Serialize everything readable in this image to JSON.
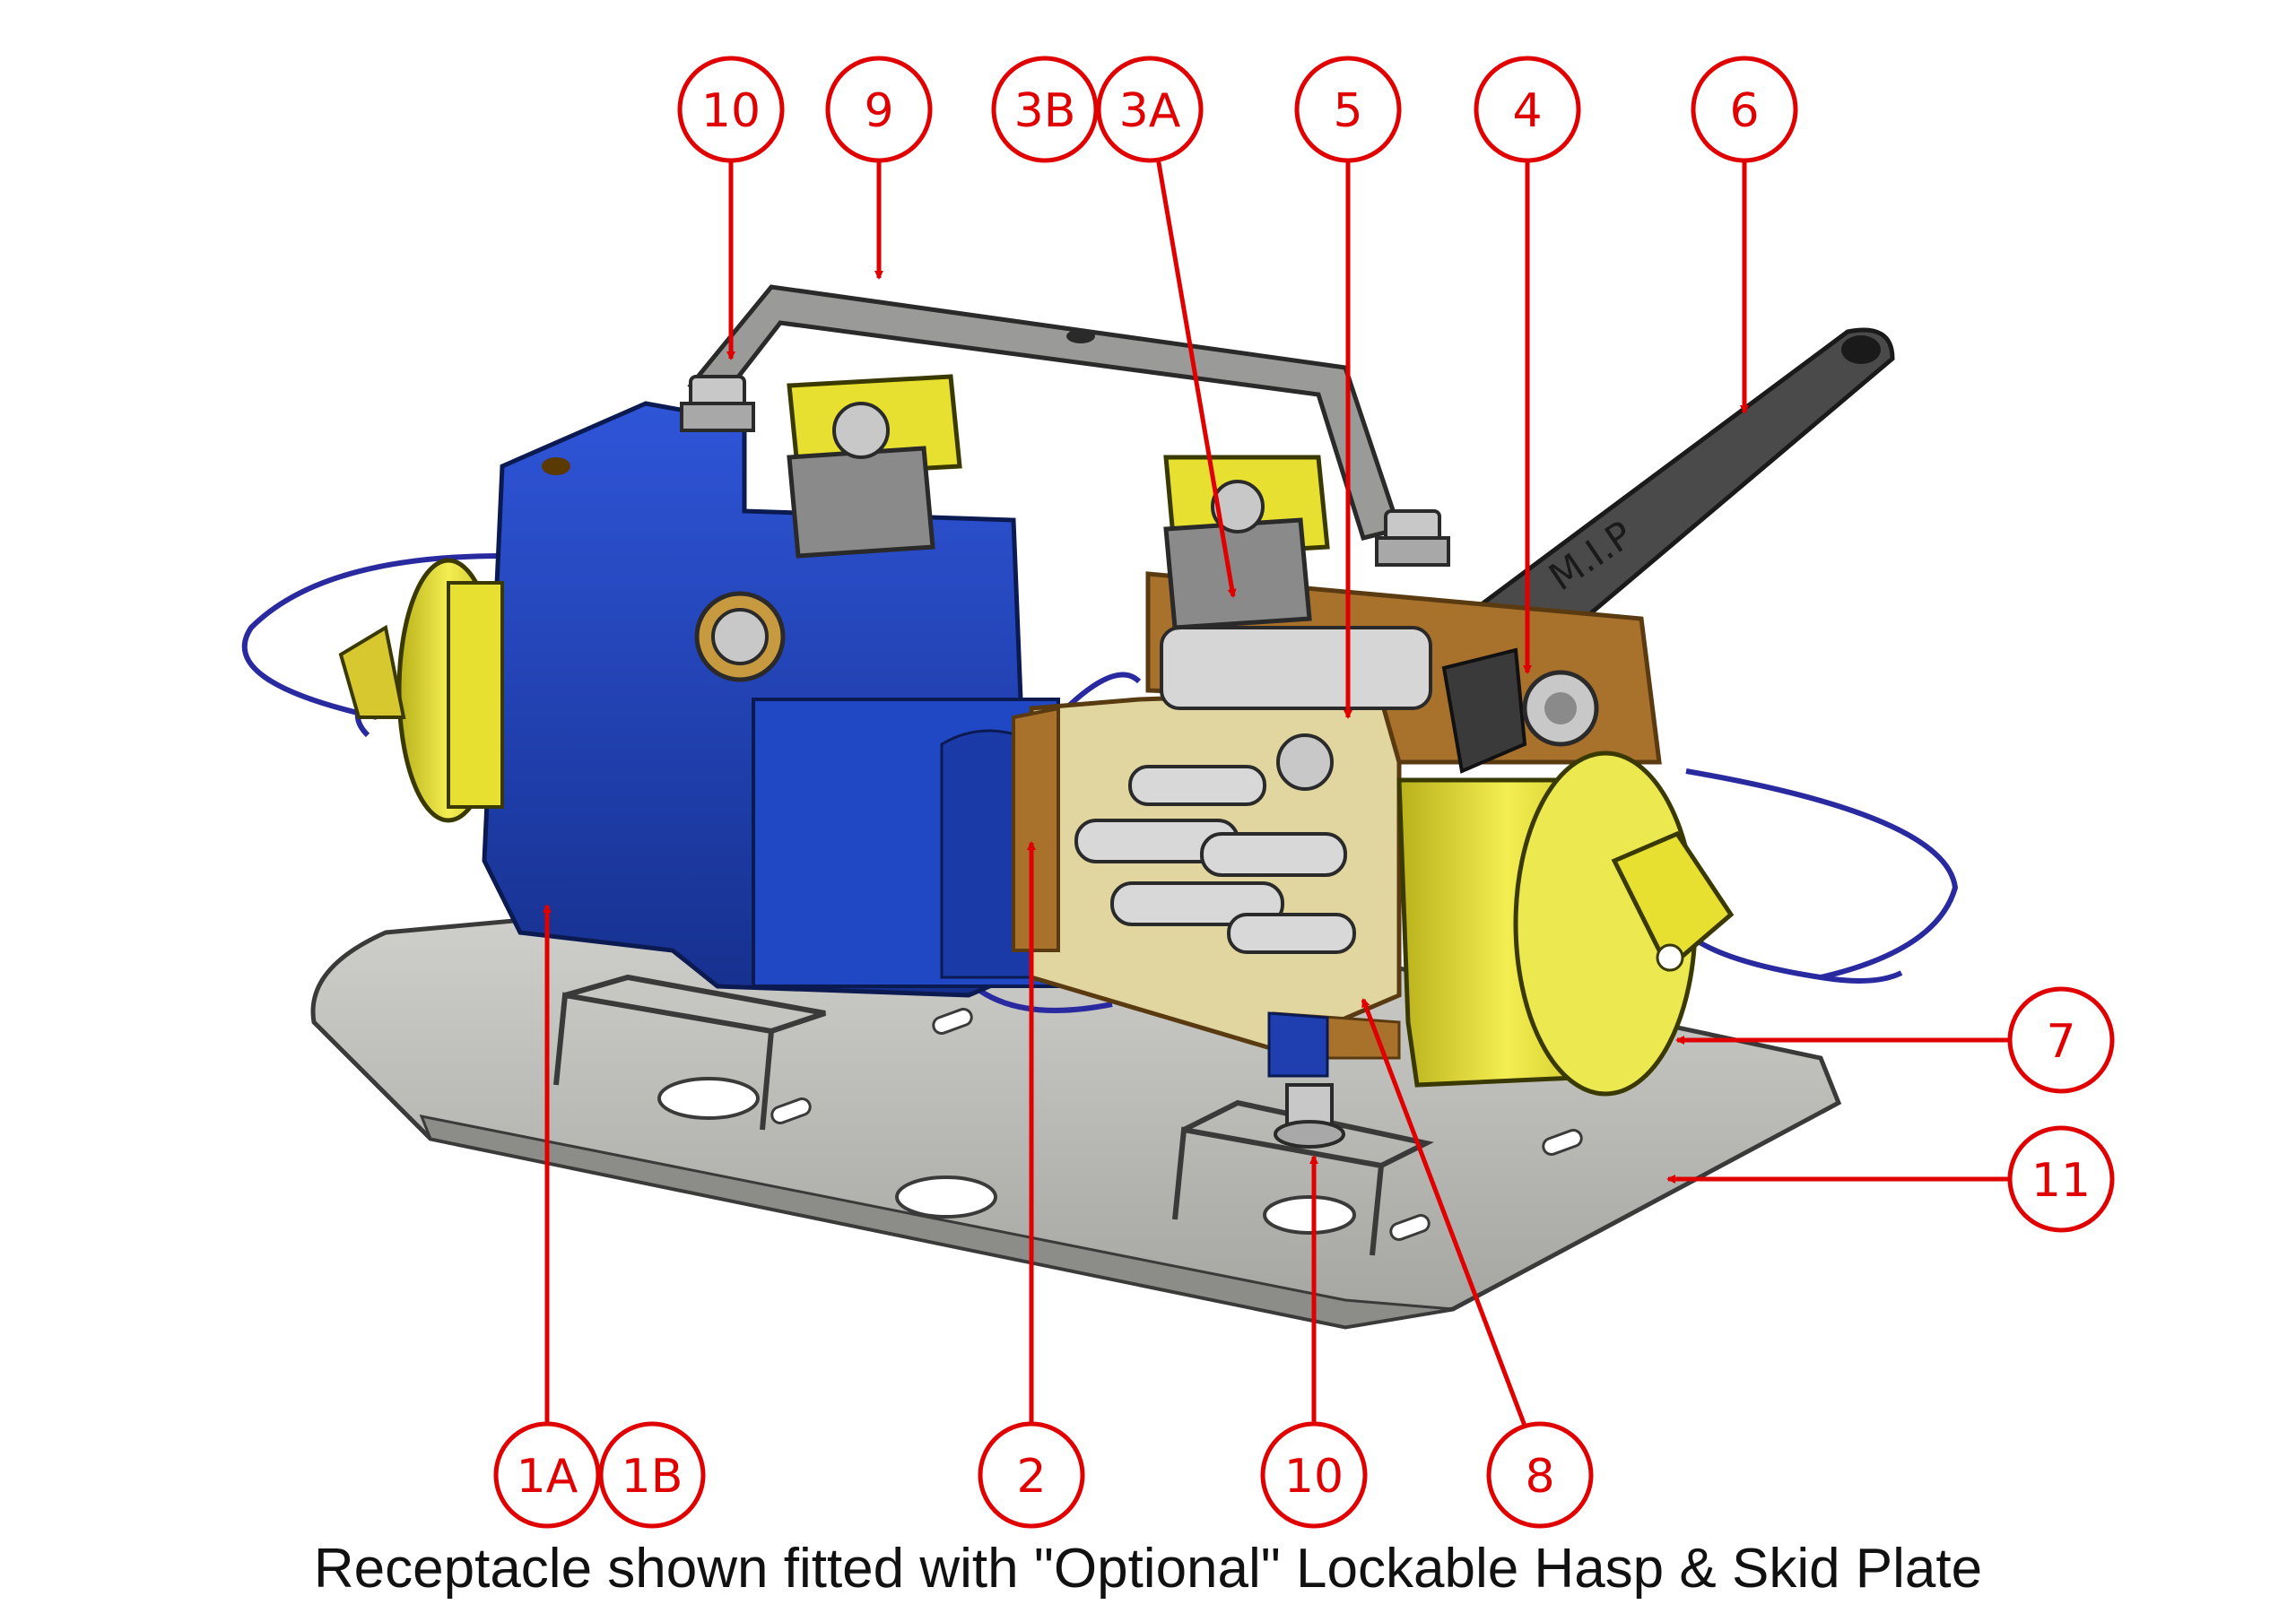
{
  "caption": "Receptacle shown fitted with \"Optional\" Lockable Hasp & Skid Plate",
  "handle_marking": "M.I.P",
  "callouts": {
    "c10_top": "10",
    "c9": "9",
    "c3b": "3B",
    "c3a": "3A",
    "c5": "5",
    "c4": "4",
    "c6": "6",
    "c7": "7",
    "c11": "11",
    "c1a": "1A",
    "c1b": "1B",
    "c2": "2",
    "c10_bottom": "10",
    "c8": "8"
  },
  "colors": {
    "callout": "#e00000",
    "body_blue": "#1f3fb0",
    "plug_yellow": "#e8e030",
    "skid_plate_grey": "#b8b8b4",
    "hasp_grey": "#9a9a98",
    "handle_dark": "#4a4a4a",
    "wire_blue": "#2a2aa0",
    "cutaway_bronze": "#a8712c"
  }
}
